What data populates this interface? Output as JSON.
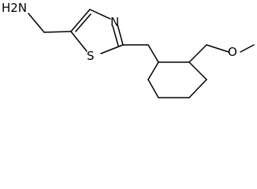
{
  "molecule": {
    "atoms": {
      "amine": "H2N",
      "ring_nitrogen": "N",
      "ring_sulfur": "S",
      "ether_oxygen": "O"
    }
  }
}
